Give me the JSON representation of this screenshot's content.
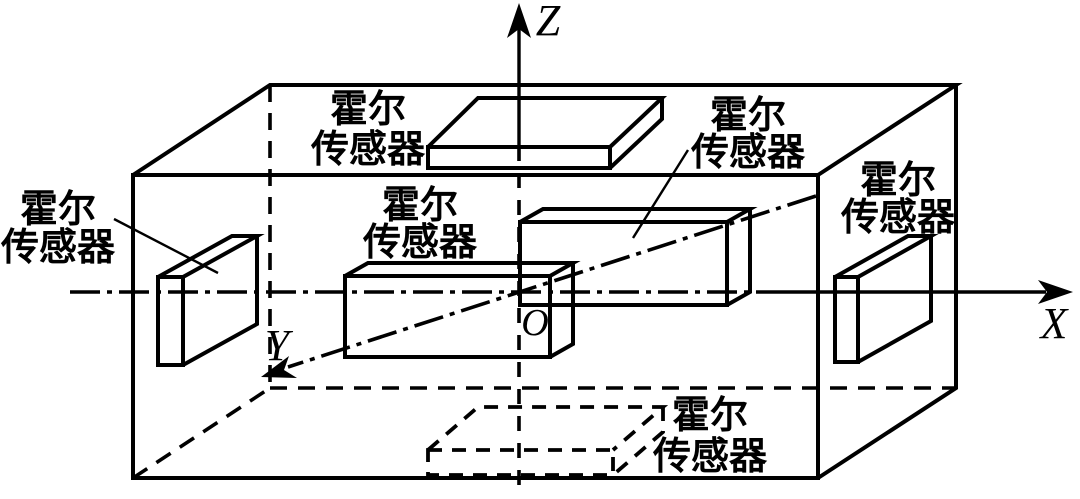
{
  "diagram": {
    "description": "3D wireframe box with Hall sensors on each face and X/Y/Z axes through origin O",
    "colors": {
      "ink": "#000000",
      "background": "#ffffff"
    },
    "axes": {
      "x": "X",
      "y": "Y",
      "z": "Z",
      "origin": "O"
    },
    "sensor_labels": {
      "top_face": {
        "line1": "霍尔",
        "line2": "传感器"
      },
      "left_face": {
        "line1": "霍尔",
        "line2": "传感器"
      },
      "x_axis_inner": {
        "line1": "霍尔",
        "line2": "传感器"
      },
      "y_axis_inner": {
        "line1": "霍尔",
        "line2": "传感器"
      },
      "right_face": {
        "line1": "霍尔",
        "line2": "传感器"
      },
      "bottom_face": {
        "line1": "霍尔",
        "line2": "传感器"
      }
    }
  }
}
